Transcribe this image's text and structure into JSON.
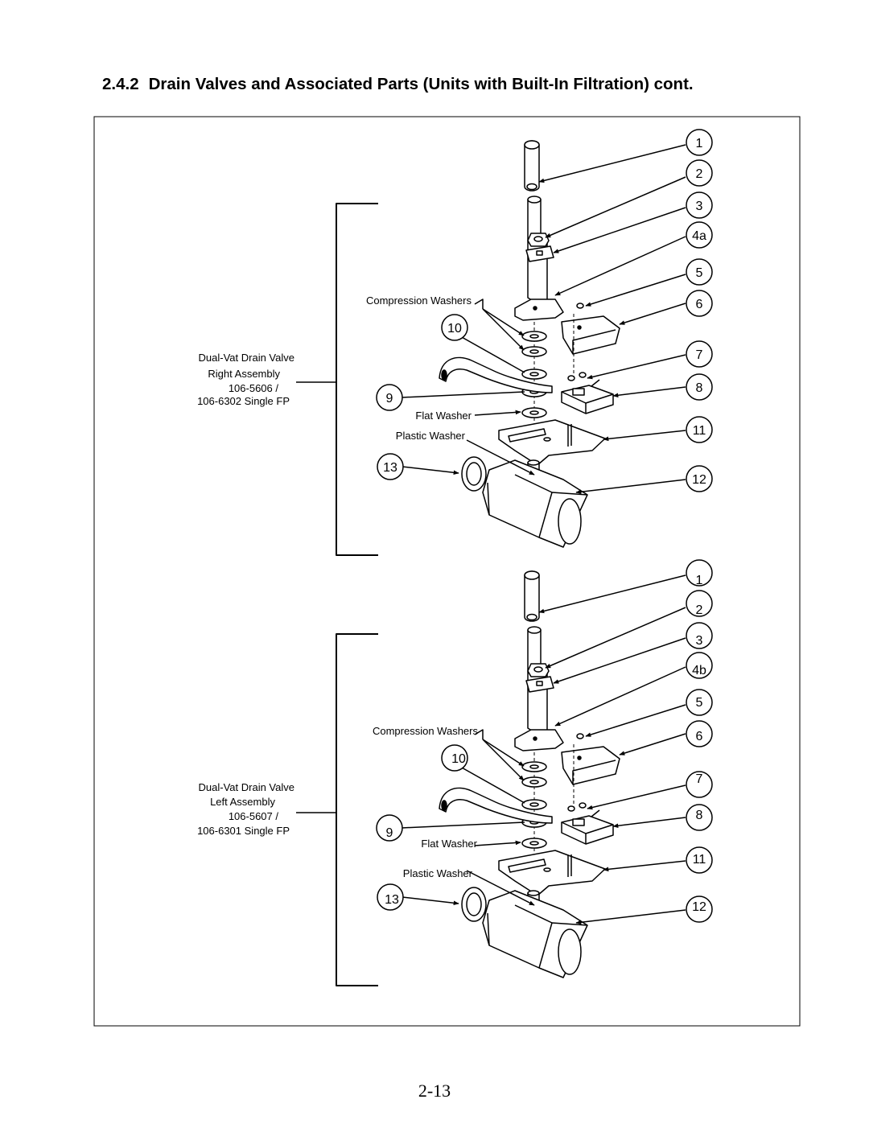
{
  "header": {
    "section_number": "2.4.2",
    "section_title": "Drain Valves and Associated Parts (Units with Built-In Filtration) cont."
  },
  "assemblies": [
    {
      "label_lines": [
        "Dual-Vat Drain Valve",
        "Right Assembly",
        "106-5606 /",
        "106-6302 Single FP"
      ],
      "callouts": [
        "1",
        "2",
        "3",
        "4a",
        "5",
        "6",
        "7",
        "8",
        "9",
        "10",
        "11",
        "12",
        "13"
      ],
      "part_labels": {
        "compression_washers": "Compression Washers",
        "flat_washer": "Flat Washer",
        "plastic_washer": "Plastic Washer"
      }
    },
    {
      "label_lines": [
        "Dual-Vat Drain Valve",
        "Left Assembly",
        "106-5607 /",
        "106-6301 Single FP"
      ],
      "callouts": [
        "1",
        "2",
        "3",
        "4b",
        "5",
        "6",
        "7",
        "8",
        "9",
        "10",
        "11",
        "12",
        "13"
      ],
      "part_labels": {
        "compression_washers": "Compression Washers",
        "flat_washer": "Flat Washer",
        "plastic_washer": "Plastic Washer"
      }
    }
  ],
  "footer": {
    "page_number": "2-13"
  }
}
